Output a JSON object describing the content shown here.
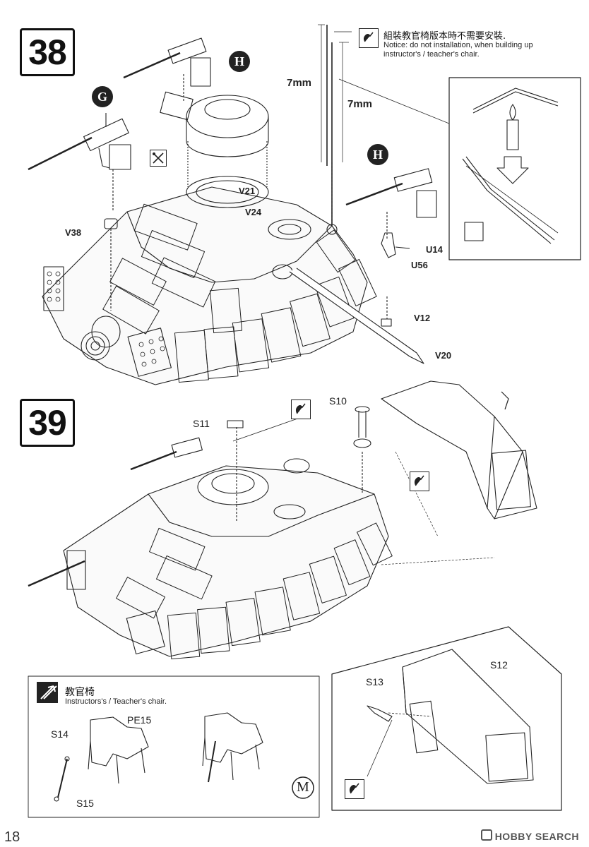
{
  "steps": {
    "s38": {
      "number": "38"
    },
    "s39": {
      "number": "39"
    }
  },
  "step38": {
    "notice_zh": "組裝教官椅版本時不需要安裝.",
    "notice_en_1": "Notice: do not installation, when building up",
    "notice_en_2": "instructor's / teacher's chair.",
    "dim_1": "7mm",
    "dim_2": "7mm",
    "callouts": {
      "g": "G",
      "h1": "H",
      "h2": "H"
    },
    "parts": {
      "v21": "V21",
      "v24": "V24",
      "v38": "V38",
      "u14": "U14",
      "u56": "U56",
      "v12": "V12",
      "v20": "V20"
    }
  },
  "step39": {
    "parts": {
      "s10": "S10",
      "s11": "S11",
      "s12": "S12",
      "s13": "S13"
    }
  },
  "chair_box": {
    "title_zh": "教官椅",
    "title_en": "Instructors's / Teacher's chair.",
    "parts": {
      "s14": "S14",
      "pe15": "PE15",
      "s15": "S15"
    },
    "marker": "M"
  },
  "footer": {
    "page_number": "18",
    "watermark": "HOBBY SEARCH"
  },
  "icons": [
    "glue-icon",
    "cut-icon",
    "candle-icon",
    "arrow-down-icon",
    "nipper-icon",
    "option-icon"
  ]
}
